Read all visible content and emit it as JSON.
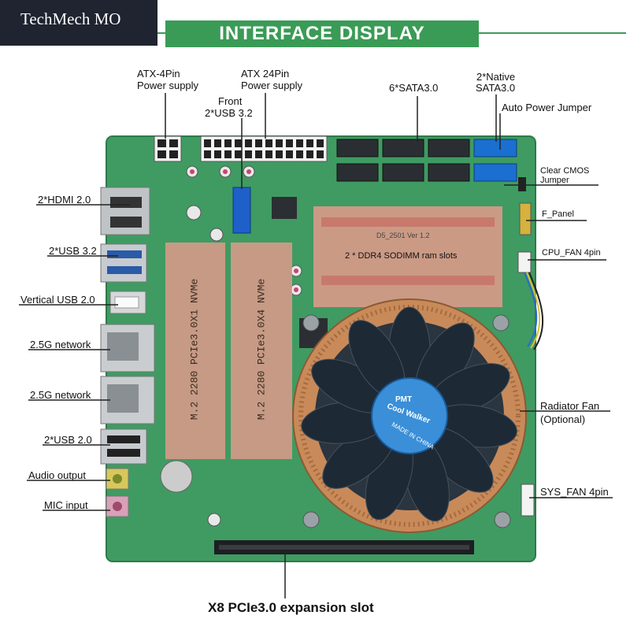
{
  "brand": {
    "name": "TechMech MO"
  },
  "header": {
    "title": "INTERFACE DISPLAY"
  },
  "labels": {
    "atx4": [
      "ATX-4Pin",
      "Power supply"
    ],
    "atx24": [
      "ATX 24Pin",
      "Power supply"
    ],
    "front_usb": [
      "Front",
      "2*USB 3.2"
    ],
    "sata6": "6*SATA3.0",
    "native_sata": [
      "2*Native",
      "SATA3.0"
    ],
    "auto_power": "Auto Power Jumper",
    "clear_cmos": [
      "Clear CMOS",
      "Jumper"
    ],
    "f_panel": "F_Panel",
    "cpu_fan": "CPU_FAN 4pin",
    "radiator_fan": [
      "Radiator Fan",
      "(Optional)"
    ],
    "sys_fan": "SYS_FAN 4pin",
    "hdmi": "2*HDMI 2.0",
    "usb32": "2*USB 3.2",
    "vertical_usb": "Vertical USB 2.0",
    "lan1": "2.5G network",
    "lan2": "2.5G network",
    "usb20": "2*USB 2.0",
    "audio_out": "Audio output",
    "mic_in": "MIC input",
    "pcie_slot": "X8 PCIe3.0 expansion slot"
  },
  "board_text": {
    "ram": "2 * DDR4 SODIMM ram slots",
    "ram_silk": "D5_2501 Ver 1.2",
    "m2_a": "M.2 2280 PCIe3.0X1 NVMe",
    "m2_b": "M.2 2280 PCIe3.0X4 NVMe",
    "fan_brand": "PMT",
    "fan_model": "Cool Walker",
    "fan_origin": "MADE IN CHINA"
  },
  "colors": {
    "pcb": "#3f9b62",
    "overlay": "#e49a8c",
    "copper": "#c98a5a",
    "fan_blade": "#1d2a36",
    "fan_hub": "#3a8fd8",
    "sata_blue": "#1a6fd0",
    "header_green": "#3a9b56"
  }
}
